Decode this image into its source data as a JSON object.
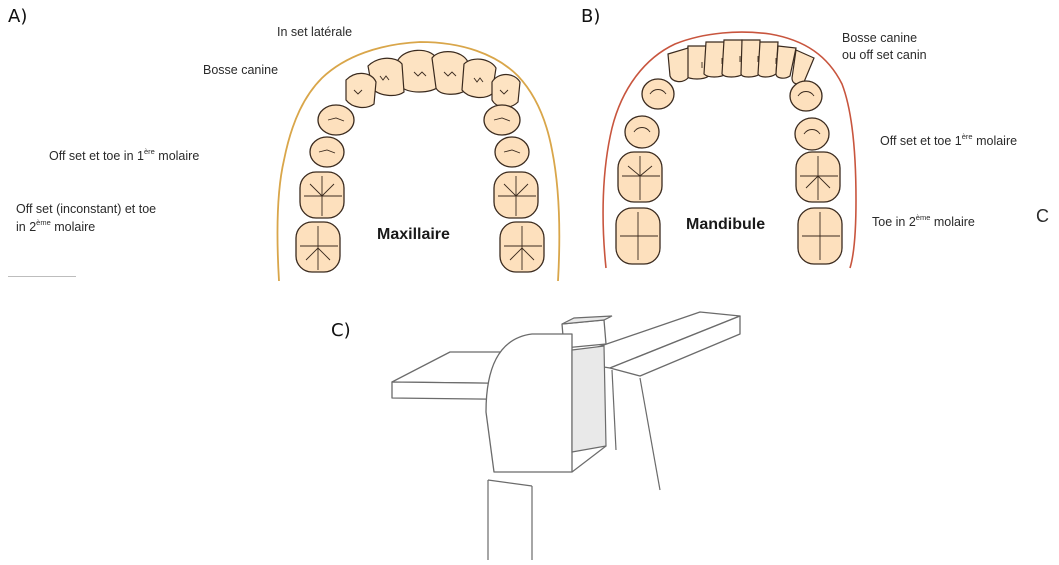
{
  "panels": {
    "a": {
      "letter": "A)",
      "arch_title": "Maxillaire",
      "labels": {
        "in_set": "In set latérale",
        "bosse": "Bosse canine",
        "offset1_main": "Off set et toe in 1",
        "offset1_sup": "ère",
        "offset1_tail": " molaire",
        "offset2_line1": "Off set (inconstant) et toe",
        "offset2_main": "in 2",
        "offset2_sup": "ème",
        "offset2_tail": " molaire"
      }
    },
    "b": {
      "letter": "B)",
      "arch_title": "Mandibule",
      "labels": {
        "bosse_line1": "Bosse canine",
        "bosse_line2": "ou off set canin",
        "offset1_main": "Off set et toe 1",
        "offset1_sup": "ère",
        "offset1_tail": " molaire",
        "toe2_main": "Toe in 2",
        "toe2_sup": "ème",
        "toe2_tail": " molaire",
        "c_mark": "C"
      }
    },
    "c": {
      "letter": "C)"
    }
  },
  "colors": {
    "tooth_fill": "#fde0bd",
    "maxillary_envelope": "#d9a64a",
    "mandibular_envelope": "#c8553e",
    "device_stroke": "#6b6b6b"
  }
}
